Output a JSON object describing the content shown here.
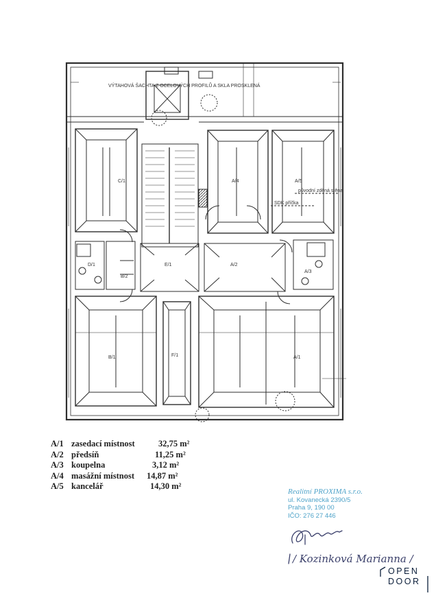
{
  "legend": [
    {
      "code": "A/1",
      "name": "zasedací místnost",
      "area": "32,75 m²"
    },
    {
      "code": "A/2",
      "name": "předsíň",
      "area": "11,25 m²"
    },
    {
      "code": "A/3",
      "name": "koupelna",
      "area": "3,12 m²"
    },
    {
      "code": "A/4",
      "name": "masážní místnost",
      "area": "14,87 m²"
    },
    {
      "code": "A/5",
      "name": "kancelář",
      "area": "14,30 m²"
    }
  ],
  "plan_labels": {
    "a1": "A/1",
    "a2": "A/2",
    "a3": "A/3",
    "a4": "A/4",
    "a5": "A/5",
    "b1": "B/1",
    "b2": "B/2",
    "c1": "C/1",
    "d1": "D/1",
    "e1": "E/1",
    "f1": "F/1",
    "note": "VÝTAHOVÁ ŠACHTA Z OCELOVÝCH PROFILŮ A SKLA PROSKLENÁ",
    "wall_note_1": "původní zděná stěna",
    "wall_note_2": "SDK příčka"
  },
  "stamp": {
    "brand": "Realitní PROXIMA s.r.o.",
    "street": "ul. Kovanecká 2390/5",
    "city": "Praha 9, 190 00",
    "ico": "IČO: 276 27 446"
  },
  "signature_text": "/ Kozinková Marianna /",
  "logo": {
    "line1": "OPEN",
    "line2": "DOOR"
  },
  "colors": {
    "ink": "#2a2a2a",
    "stamp": "#4fa3c9",
    "logo": "#0b1e3a",
    "signature": "#3a3f6a"
  }
}
